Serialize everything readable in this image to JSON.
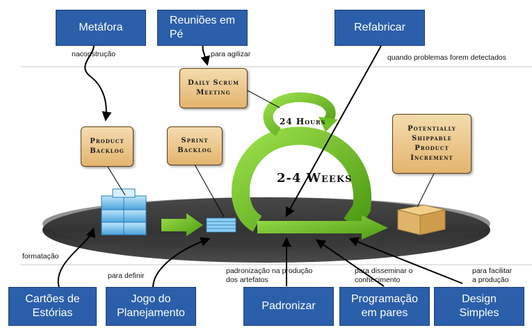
{
  "boxes": {
    "metafora": "Metáfora",
    "reunioes": "Reuniões em\nPé",
    "refabricar": "Refabricar",
    "cartoes": "Cartões de\nEstórias",
    "jogo": "Jogo do\nPlanejamento",
    "padronizar": "Padronizar",
    "programacao": "Programação\nem pares",
    "design": "Design\nSimples"
  },
  "scrum": {
    "daily": "Daily Scrum\nMeeting",
    "product_backlog": "Product\nBacklog",
    "sprint_backlog": "Sprint\nBacklog",
    "increment": "Potentially\nShippable\nProduct\nIncrement",
    "hours": "24 Hours",
    "weeks": "2-4 Weeks"
  },
  "notes": {
    "na_construcao": "naconstrução",
    "para_agilizar": "para agilizar",
    "quando": "quando problemas forem detectados",
    "formatacao": "formatação",
    "para_definir": "para definir",
    "padronizacao": "padronização na produção\ndos artefatos",
    "disseminar": "para disseminar o\nconhecimento",
    "facilitar": "para facilitar\na produção"
  },
  "colors": {
    "box_blue": "#2b5faa",
    "box_tan": "#e3b46e",
    "arrow_green": "#6fc225",
    "platform": "#3a3a3a"
  }
}
